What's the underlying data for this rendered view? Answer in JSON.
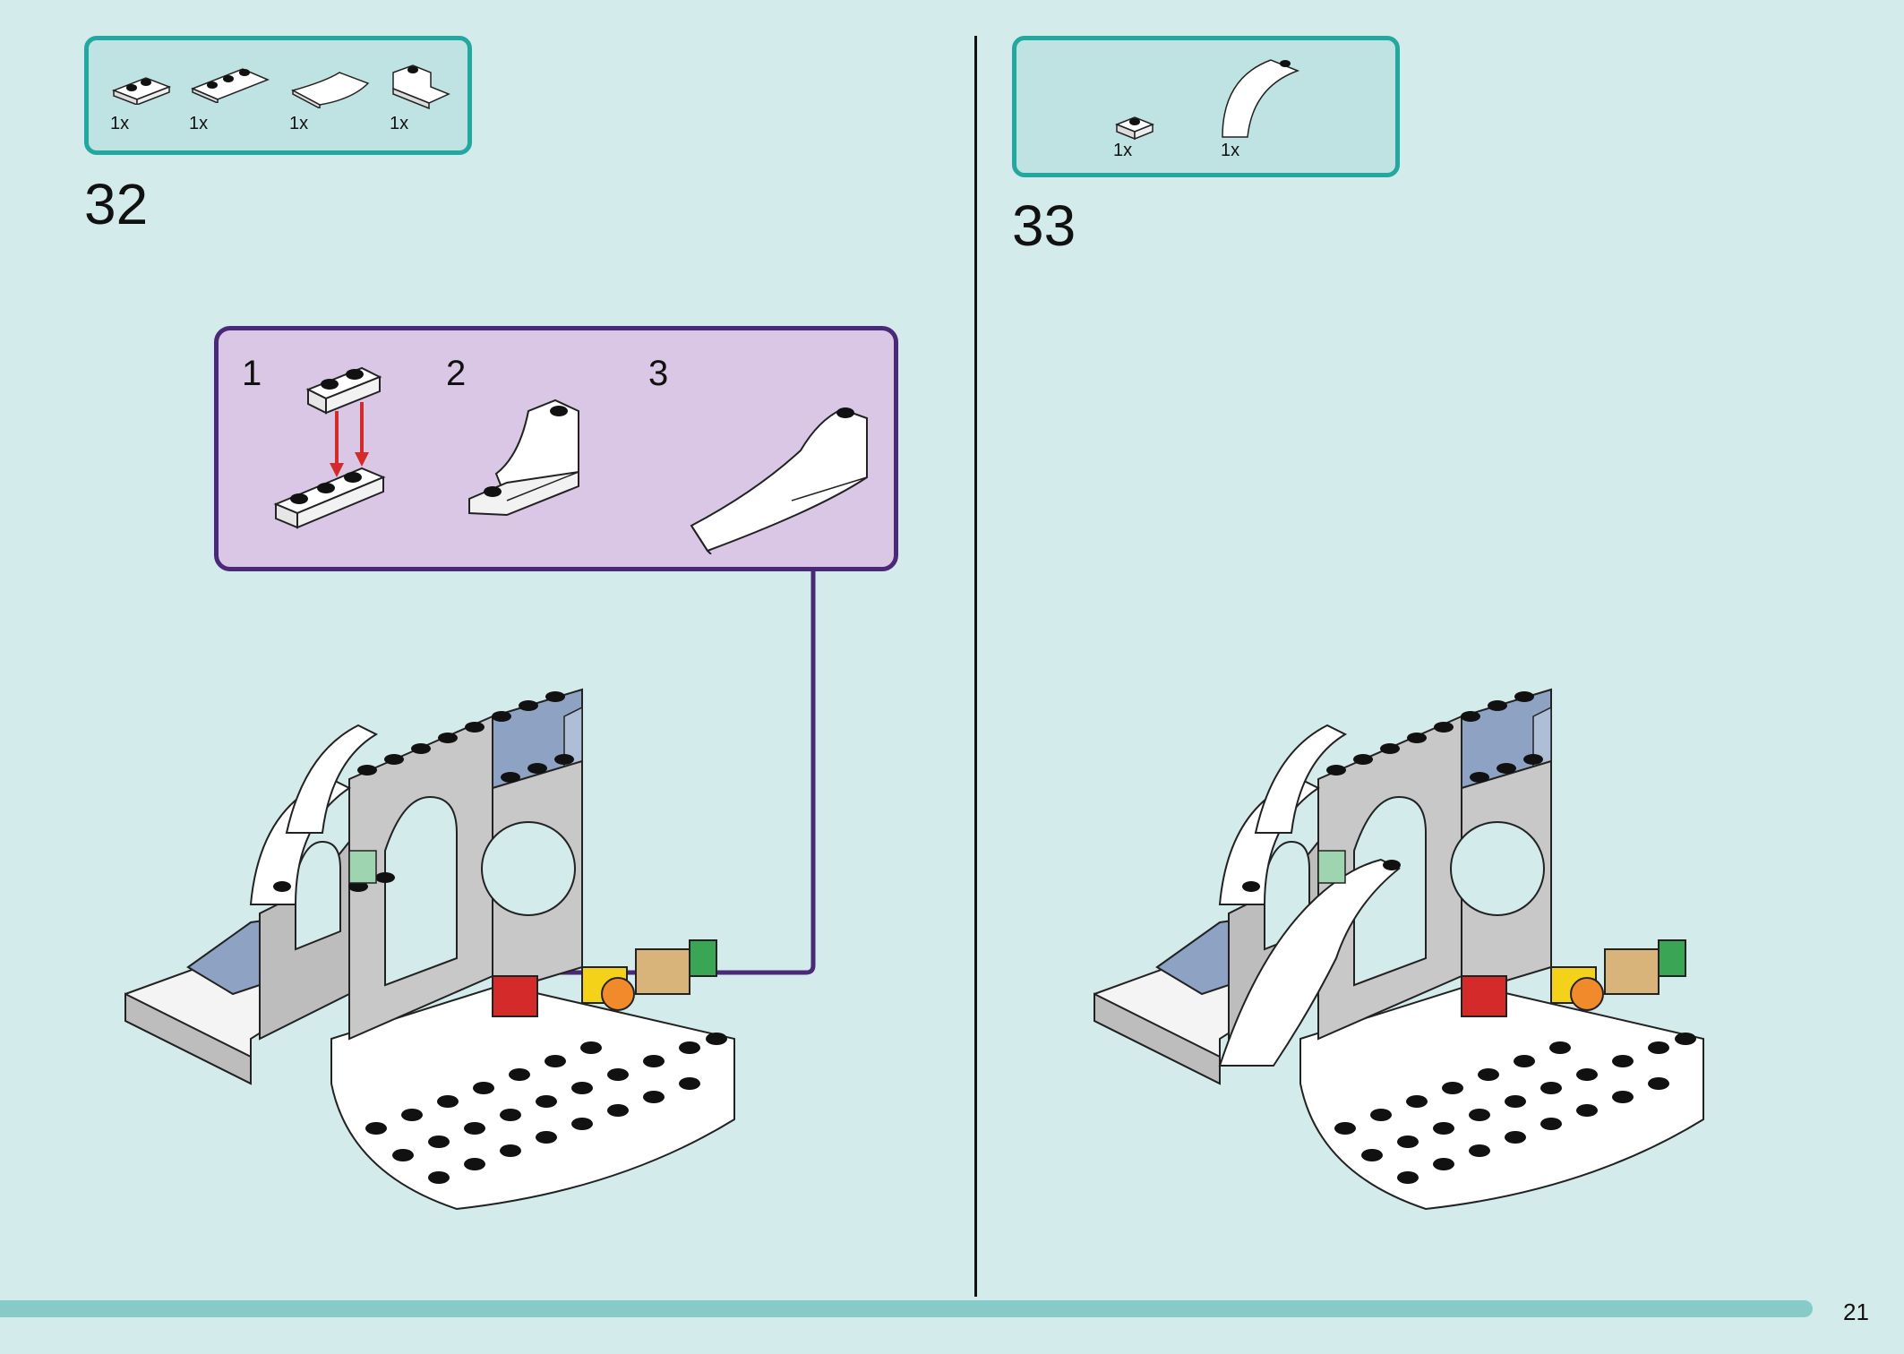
{
  "page": {
    "number": "21"
  },
  "steps": [
    {
      "number": "32",
      "parts": [
        {
          "qty": "1x",
          "icon": "plate-1x2-icon"
        },
        {
          "qty": "1x",
          "icon": "plate-1x3-icon"
        },
        {
          "qty": "1x",
          "icon": "curved-slope-icon"
        },
        {
          "qty": "1x",
          "icon": "slope-brick-icon"
        }
      ],
      "substeps": [
        {
          "number": "1"
        },
        {
          "number": "2"
        },
        {
          "number": "3"
        }
      ]
    },
    {
      "number": "33",
      "parts": [
        {
          "qty": "1x",
          "icon": "plate-1x1-icon"
        },
        {
          "qty": "1x",
          "icon": "arch-curve-icon"
        }
      ]
    }
  ],
  "colors": {
    "background": "#d3ebea",
    "parts_border": "#22a89f",
    "substep_border": "#4a2a78",
    "substep_fill": "#d9c7e5",
    "progress": "#86cbc8",
    "arrow": "#d42a2a"
  }
}
